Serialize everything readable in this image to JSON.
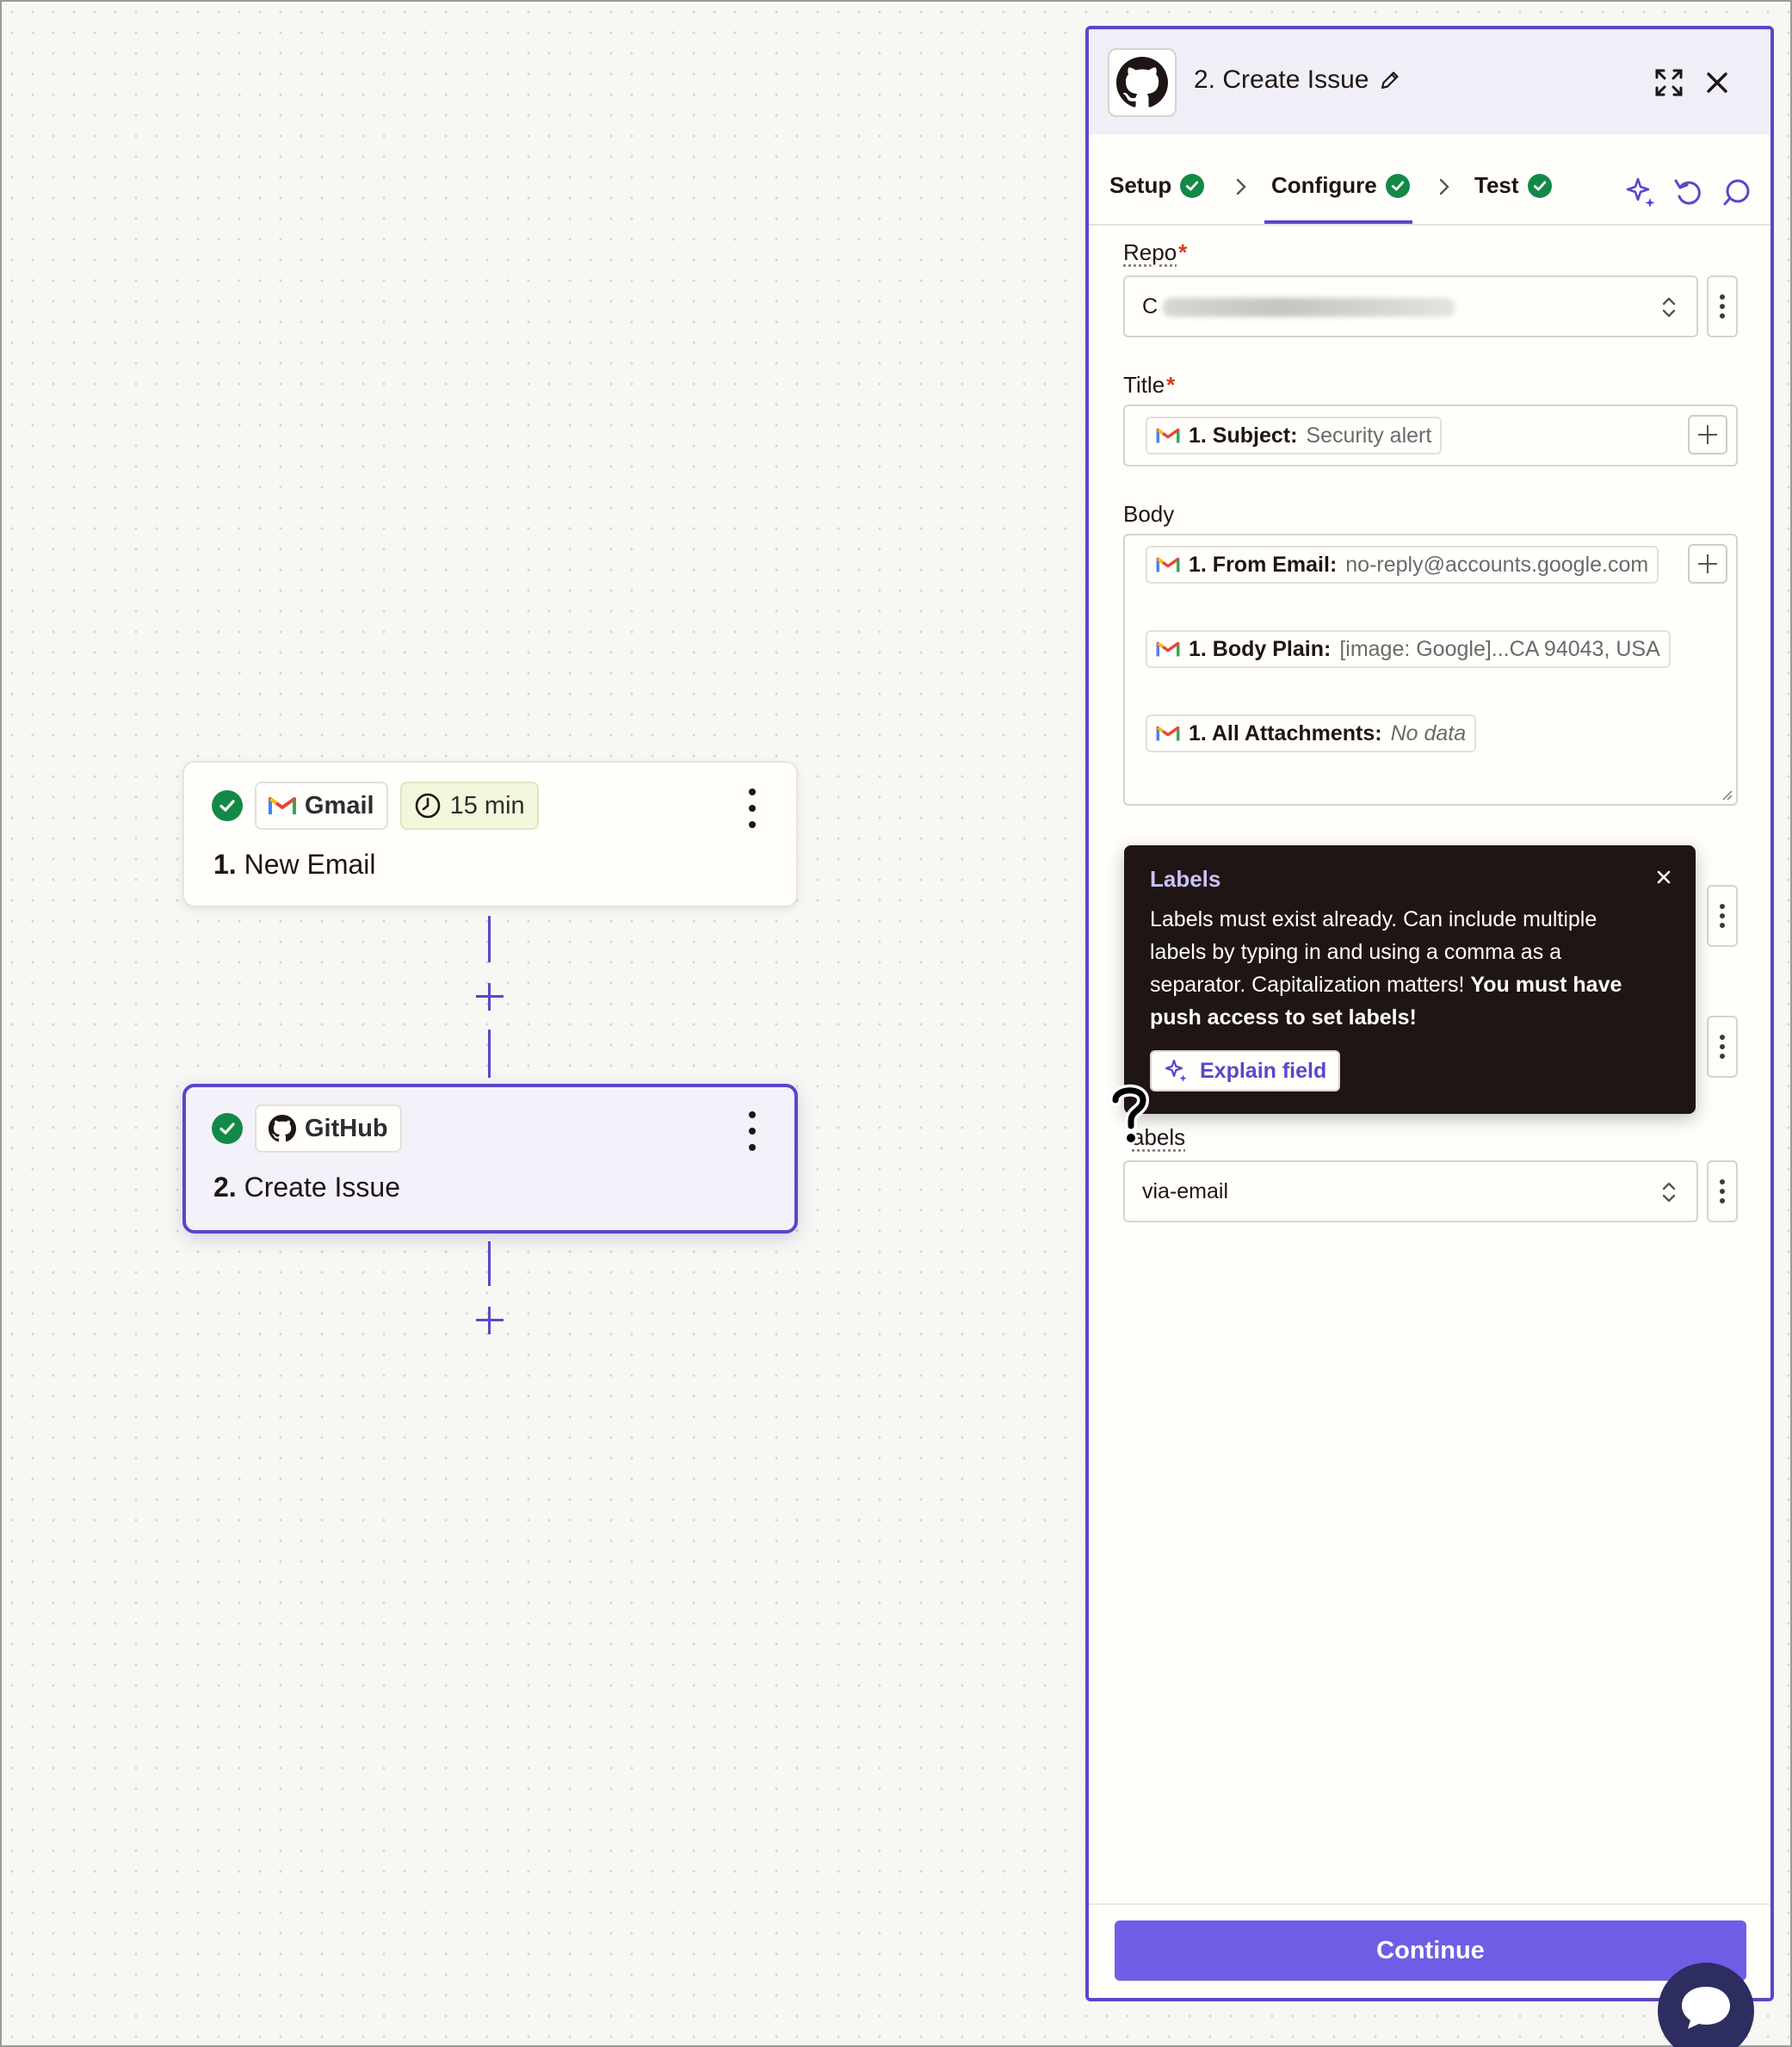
{
  "colors": {
    "accent": "#5b46c9",
    "primary_button": "#6f5de6",
    "success": "#138947",
    "tooltip_bg": "#201515",
    "time_chip_bg": "#f3f7dc"
  },
  "workflow": {
    "steps": [
      {
        "app": "Gmail",
        "app_icon": "gmail-icon",
        "status_icon": "check-circle-icon",
        "poll_interval": "15 min",
        "number": "1.",
        "title": "New Email"
      },
      {
        "app": "GitHub",
        "app_icon": "github-icon",
        "status_icon": "check-circle-icon",
        "number": "2.",
        "title": "Create Issue"
      }
    ]
  },
  "panel": {
    "title": "2. Create Issue",
    "icons": [
      "github-icon",
      "edit-pencil-icon",
      "expand-icon",
      "close-icon"
    ],
    "tabs": [
      {
        "label": "Setup",
        "done": true
      },
      {
        "label": "Configure",
        "done": true,
        "active": true
      },
      {
        "label": "Test",
        "done": true
      }
    ],
    "toolbar_icons": [
      "ai-sparkle-icon",
      "undo-icon",
      "comment-icon"
    ],
    "fields": {
      "repo": {
        "label": "Repo",
        "required": true,
        "value_visible": "C"
      },
      "title": {
        "label": "Title",
        "required": true,
        "pills": [
          {
            "key": "1. Subject:",
            "value": "Security alert"
          }
        ]
      },
      "body": {
        "label": "Body",
        "required": false,
        "pills": [
          {
            "key": "1. From Email:",
            "value": "no-reply@accounts.google.com"
          },
          {
            "key": "1. Body Plain:",
            "value": "[image: Google]...CA 94043, USA"
          },
          {
            "key": "1. All Attachments:",
            "value": "No data"
          }
        ]
      },
      "labels": {
        "label": "abels",
        "value": "via-email"
      }
    },
    "tooltip": {
      "title": "Labels",
      "body": "Labels must exist already. Can include multiple labels by typing in and using a comma as a separator. Capitalization matters! ",
      "body_bold": "You must have push access to set labels!",
      "button": "Explain field"
    },
    "continue_label": "Continue"
  }
}
